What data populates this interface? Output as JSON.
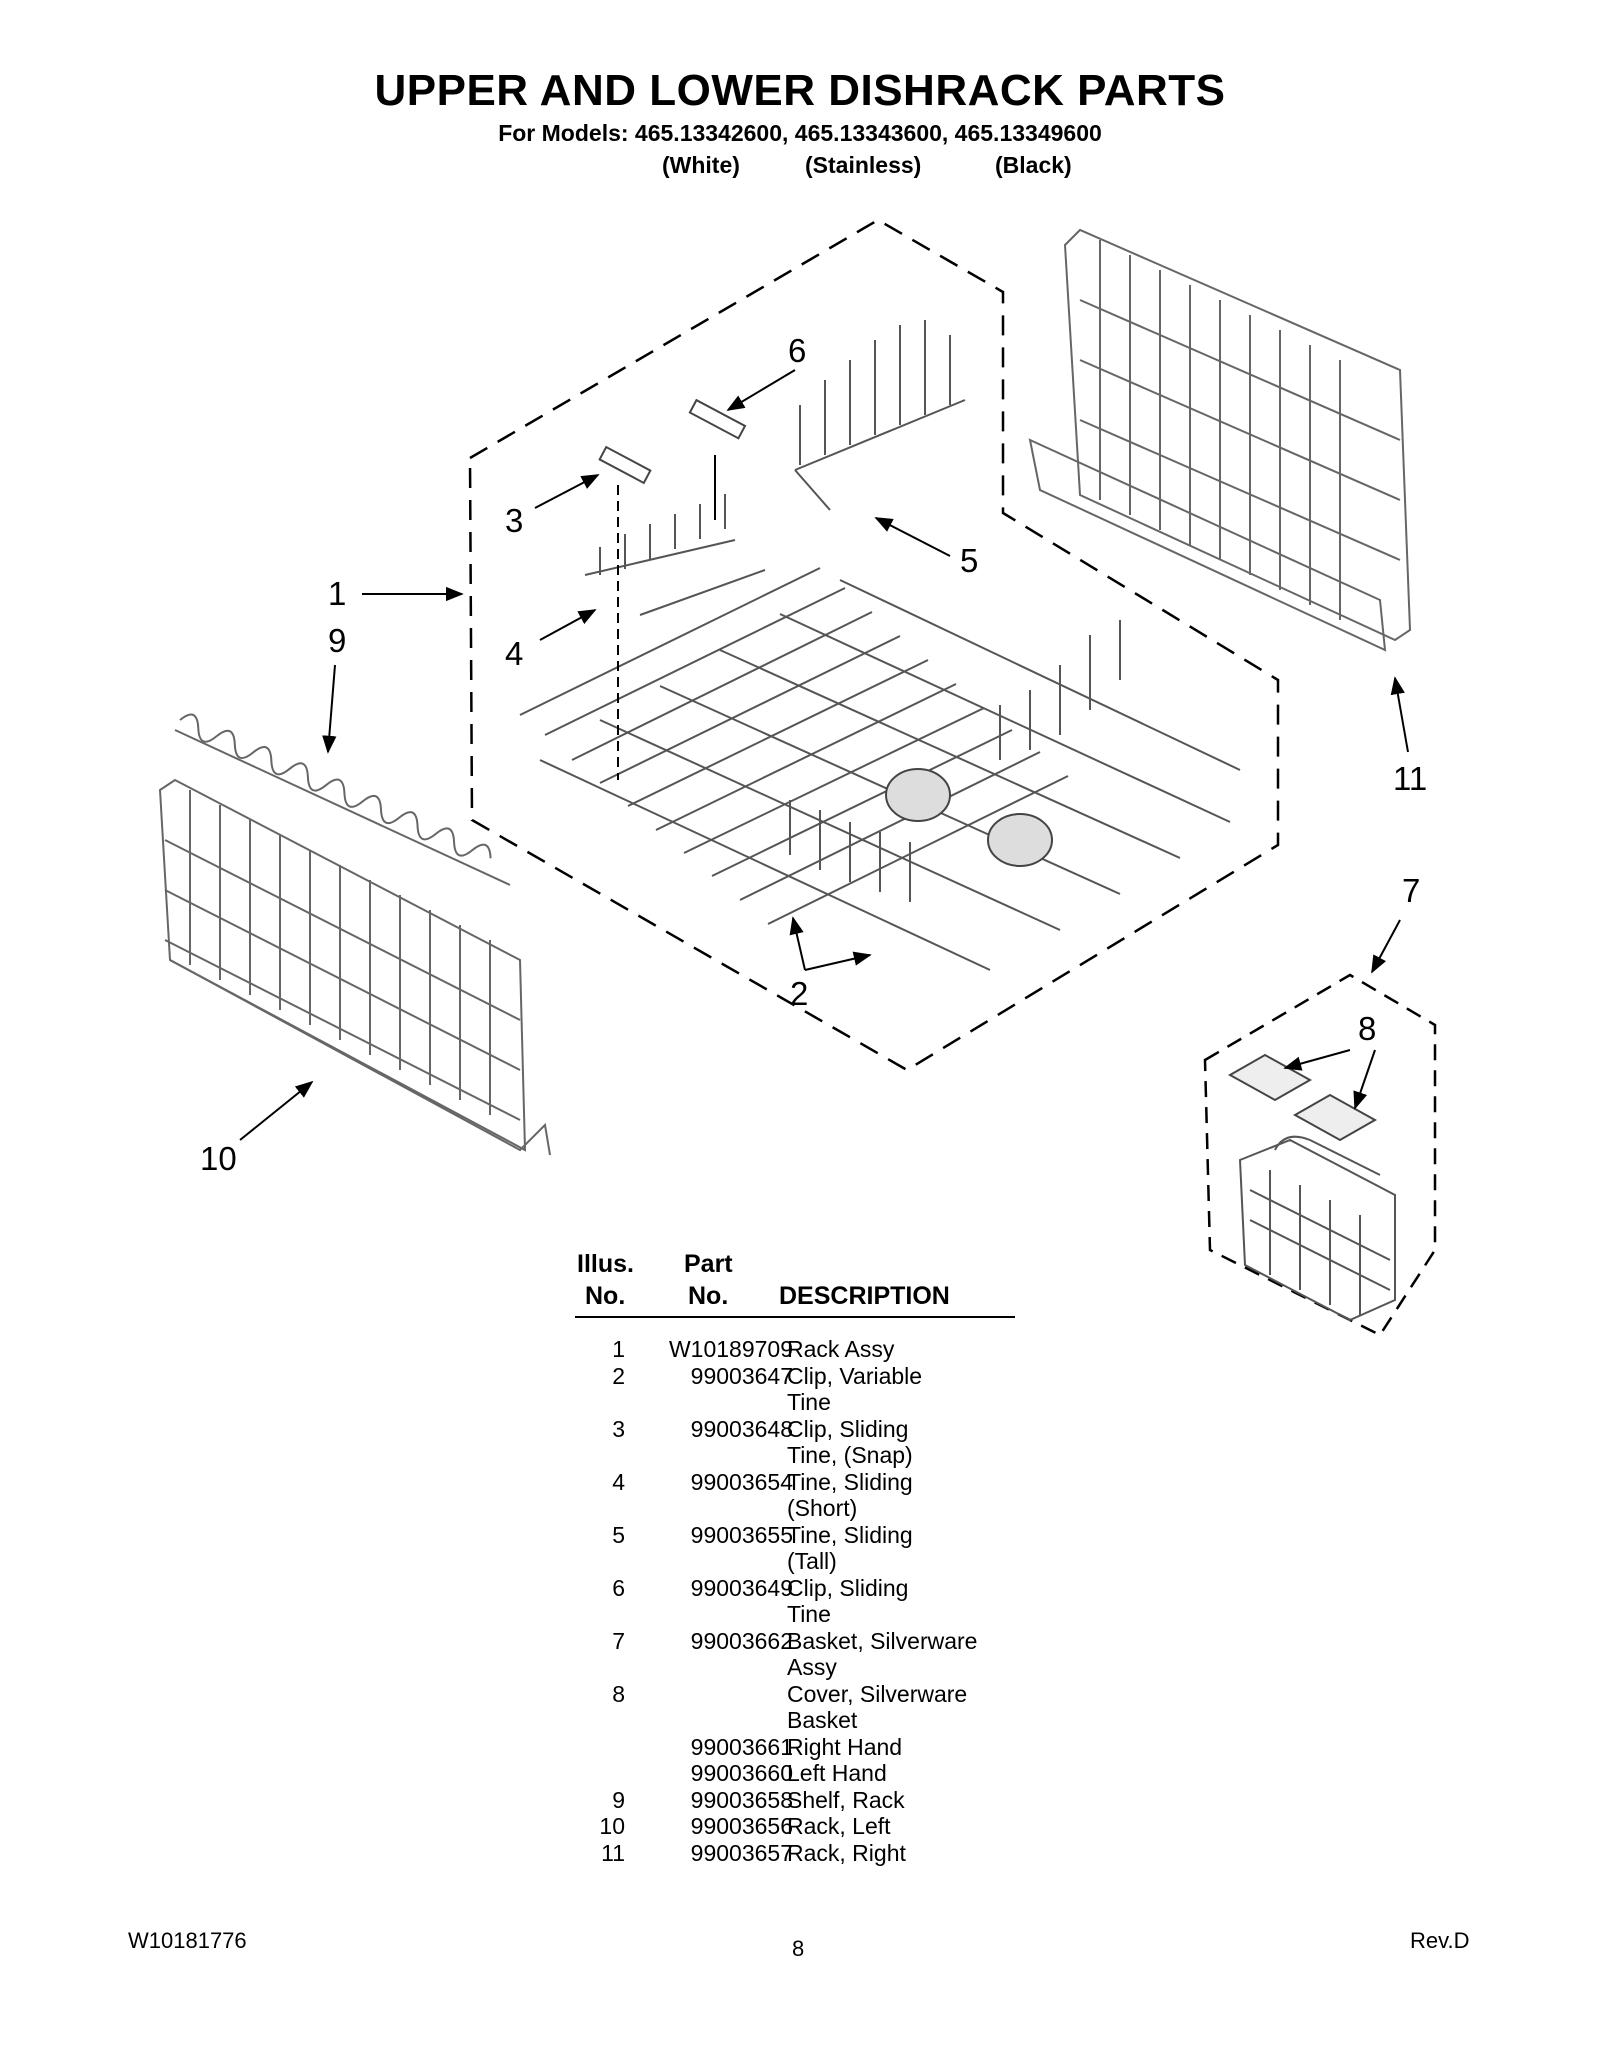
{
  "header": {
    "title": "UPPER AND LOWER DISHRACK PARTS",
    "models_line": "For Models: 465.13342600, 465.13343600, 465.13349600",
    "colors": [
      "(White)",
      "(Stainless)",
      "(Black)"
    ]
  },
  "diagram": {
    "callouts": [
      "1",
      "2",
      "3",
      "4",
      "5",
      "6",
      "7",
      "8",
      "9",
      "10",
      "11"
    ]
  },
  "parts_table": {
    "headers": {
      "illus_line1": "Illus.",
      "illus_line2": "No.",
      "part_line1": "Part",
      "part_line2": "No.",
      "description": "DESCRIPTION"
    },
    "rows": [
      {
        "illus": "1",
        "part": "W10189709",
        "desc": "Rack Assy"
      },
      {
        "illus": "2",
        "part": "99003647",
        "desc": "Clip, Variable"
      },
      {
        "illus": "",
        "part": "",
        "desc": "Tine"
      },
      {
        "illus": "3",
        "part": "99003648",
        "desc": "Clip, Sliding"
      },
      {
        "illus": "",
        "part": "",
        "desc": "Tine, (Snap)"
      },
      {
        "illus": "4",
        "part": "99003654",
        "desc": "Tine, Sliding"
      },
      {
        "illus": "",
        "part": "",
        "desc": "(Short)"
      },
      {
        "illus": "5",
        "part": "99003655",
        "desc": "Tine, Sliding"
      },
      {
        "illus": "",
        "part": "",
        "desc": "(Tall)"
      },
      {
        "illus": "6",
        "part": "99003649",
        "desc": "Clip, Sliding"
      },
      {
        "illus": "",
        "part": "",
        "desc": "Tine"
      },
      {
        "illus": "7",
        "part": "99003662",
        "desc": "Basket, Silverware"
      },
      {
        "illus": "",
        "part": "",
        "desc": "Assy"
      },
      {
        "illus": "8",
        "part": "",
        "desc": "Cover, Silverware"
      },
      {
        "illus": "",
        "part": "",
        "desc": "Basket"
      },
      {
        "illus": "",
        "part": "99003661",
        "desc": "Right Hand"
      },
      {
        "illus": "",
        "part": "99003660",
        "desc": "Left Hand"
      },
      {
        "illus": "9",
        "part": "99003658",
        "desc": "Shelf, Rack"
      },
      {
        "illus": "10",
        "part": "99003656",
        "desc": "Rack, Left"
      },
      {
        "illus": "11",
        "part": "99003657",
        "desc": "Rack, Right"
      }
    ]
  },
  "footer": {
    "doc_number": "W10181776",
    "page_number": "8",
    "revision": "Rev.D"
  }
}
